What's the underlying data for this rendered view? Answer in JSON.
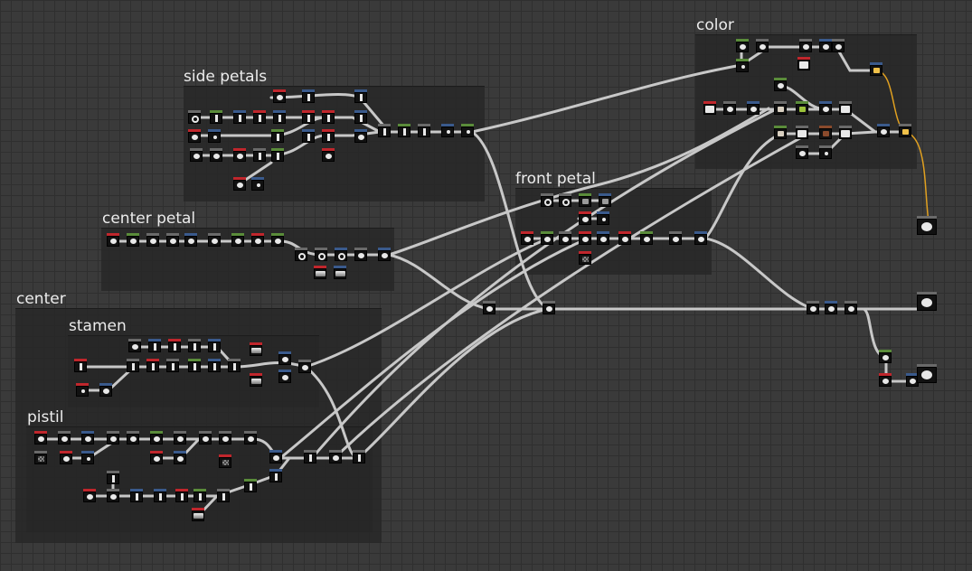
{
  "frames": {
    "side_petals": "side petals",
    "center_petal": "center petal",
    "center": "center",
    "stamen": "stamen",
    "pistil": "pistil",
    "front_petal": "front petal",
    "color": "color"
  },
  "header_colors": {
    "red": "#c0262c",
    "blue": "#3a5a8c",
    "green": "#5a8c3a",
    "gray": "#6a6a6a"
  },
  "wire_colors": {
    "default": "#c8c8c8",
    "highlight": "#e0a020"
  }
}
